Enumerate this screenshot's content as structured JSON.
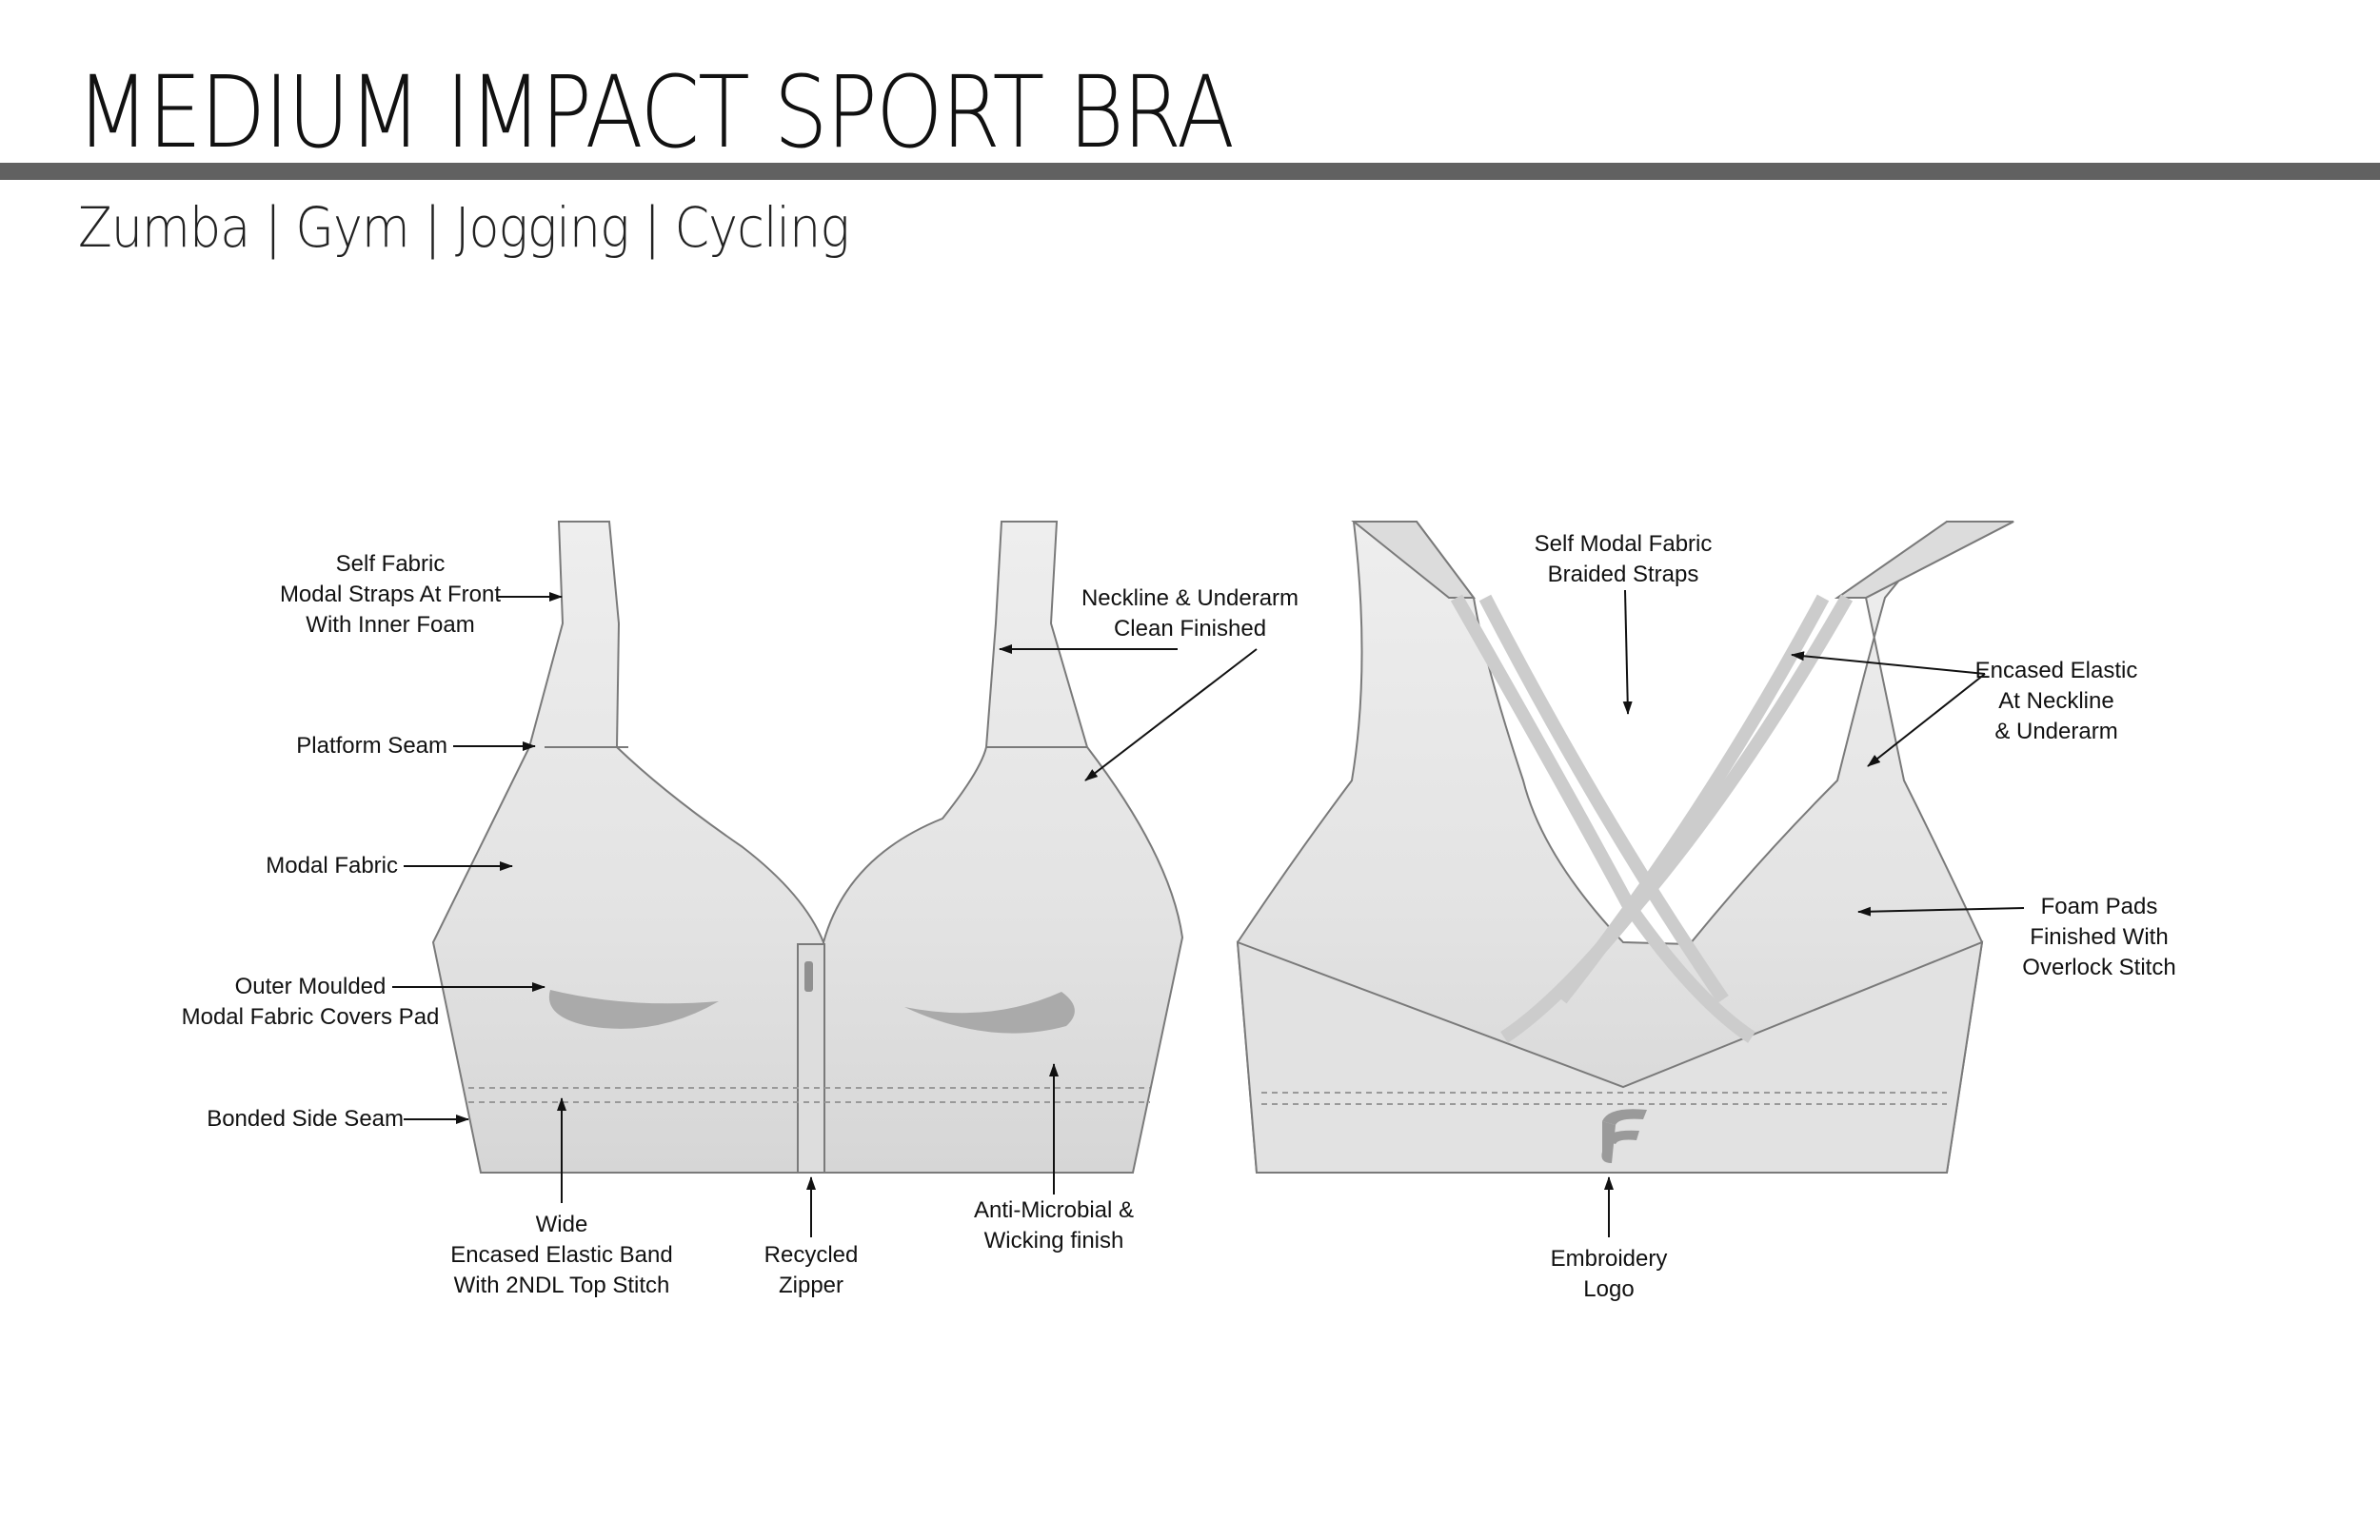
{
  "title": "MEDIUM IMPACT SPORT BRA",
  "subtitle": "Zumba | Gym | Jogging | Cycling",
  "front_labels": {
    "self_fabric_straps": [
      "Self Fabric",
      "Modal Straps At Front",
      "With Inner Foam"
    ],
    "platform_seam": [
      "Platform Seam"
    ],
    "modal_fabric": [
      "Modal Fabric"
    ],
    "outer_moulded": [
      "Outer Moulded",
      "Modal Fabric Covers Pad"
    ],
    "bonded_side_seam": [
      "Bonded Side Seam"
    ],
    "wide_elastic_band": [
      "Wide",
      "Encased Elastic Band",
      "With 2NDL Top Stitch"
    ],
    "recycled_zipper": [
      "Recycled",
      "Zipper"
    ],
    "anti_microbial": [
      "Anti-Microbial &",
      "Wicking finish"
    ],
    "neckline_underarm": [
      "Neckline & Underarm",
      "Clean Finished"
    ]
  },
  "back_labels": {
    "braided_straps": [
      "Self Modal Fabric",
      "Braided Straps"
    ],
    "encased_elastic": [
      "Encased Elastic",
      "At Neckline",
      "& Underarm"
    ],
    "foam_pads": [
      "Foam Pads",
      "Finished With",
      "Overlock Stitch"
    ],
    "embroidery_logo": [
      "Embroidery",
      "Logo"
    ]
  },
  "colors": {
    "garment_fill": "#e4e4e4",
    "garment_shade": "#d2d2d2",
    "outline": "#7a7a7a",
    "pad_shape": "#aaaaaa",
    "header_rule": "#616161"
  },
  "icons": {
    "logo_mark": "stylized-f-logo"
  }
}
